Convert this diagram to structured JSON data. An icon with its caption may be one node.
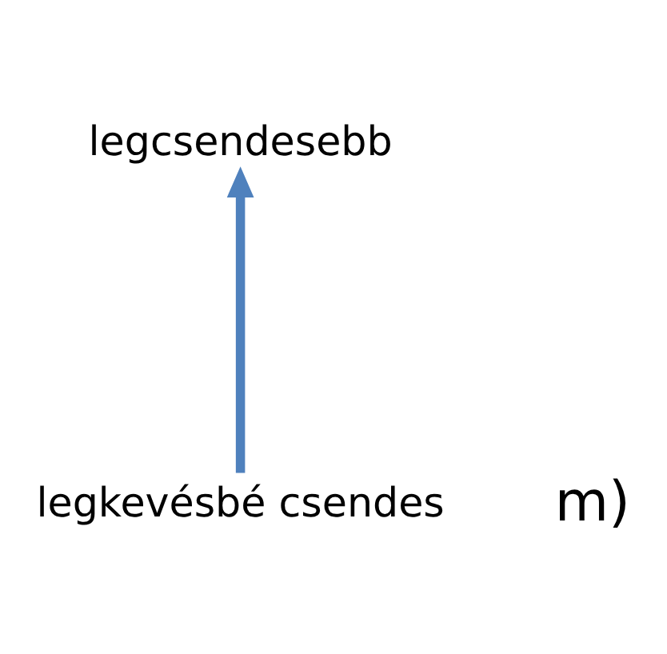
{
  "diagram": {
    "nodes": [
      {
        "text": [
          "legcsendesebb"
        ]
      },
      {
        "text": [
          "legkevésbé csendes"
        ]
      }
    ],
    "edges": [
      {
        "from": 1,
        "to": 0,
        "arrow": "to",
        "color": "#4f81bd"
      }
    ],
    "labels": [
      "m)"
    ]
  }
}
